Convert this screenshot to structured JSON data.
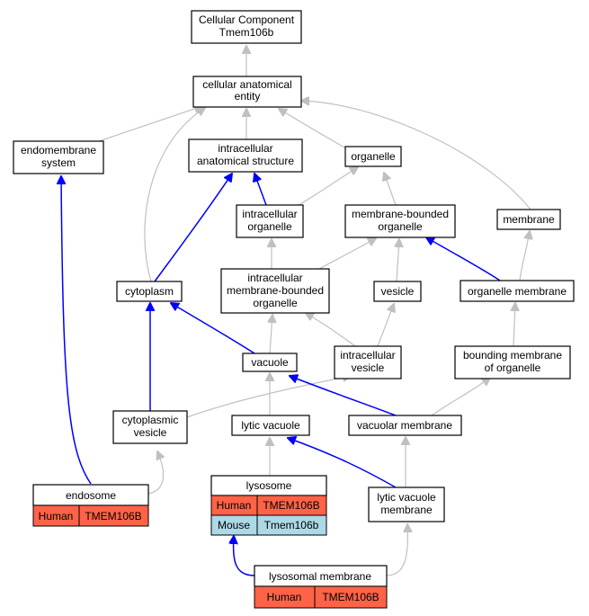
{
  "nodes": {
    "root": {
      "line1": "Cellular Component",
      "line2": "Tmem106b"
    },
    "cae": {
      "line1": "cellular anatomical",
      "line2": "entity"
    },
    "endo_sys": {
      "line1": "endomembrane",
      "line2": "system"
    },
    "ias": {
      "line1": "intracellular",
      "line2": "anatomical structure"
    },
    "organelle": {
      "line1": "organelle"
    },
    "intra_org": {
      "line1": "intracellular",
      "line2": "organelle"
    },
    "mbo": {
      "line1": "membrane-bounded",
      "line2": "organelle"
    },
    "membrane": {
      "line1": "membrane"
    },
    "cytoplasm": {
      "line1": "cytoplasm"
    },
    "imbo": {
      "line1": "intracellular",
      "line2": "membrane-bounded",
      "line3": "organelle"
    },
    "vesicle": {
      "line1": "vesicle"
    },
    "org_membrane": {
      "line1": "organelle membrane"
    },
    "vacuole": {
      "line1": "vacuole"
    },
    "intra_vesicle": {
      "line1": "intracellular",
      "line2": "vesicle"
    },
    "bmo": {
      "line1": "bounding membrane",
      "line2": "of organelle"
    },
    "cyto_vesicle": {
      "line1": "cytoplasmic",
      "line2": "vesicle"
    },
    "lytic_vac": {
      "line1": "lytic vacuole"
    },
    "vac_membrane": {
      "line1": "vacuolar membrane"
    },
    "lvm": {
      "line1": "lytic vacuole",
      "line2": "membrane"
    },
    "endosome": {
      "title": "endosome",
      "species": "Human",
      "gene": "TMEM106B"
    },
    "lysosome": {
      "title": "lysosome",
      "species1": "Human",
      "gene1": "TMEM106B",
      "species2": "Mouse",
      "gene2": "Tmem106b"
    },
    "lys_membrane": {
      "title": "lysosomal membrane",
      "species": "Human",
      "gene": "TMEM106B"
    }
  },
  "colors": {
    "human": "#ff6347",
    "mouse": "#add8e6",
    "edge_default": "#c0c0c0",
    "edge_part_of": "#0000ff"
  }
}
